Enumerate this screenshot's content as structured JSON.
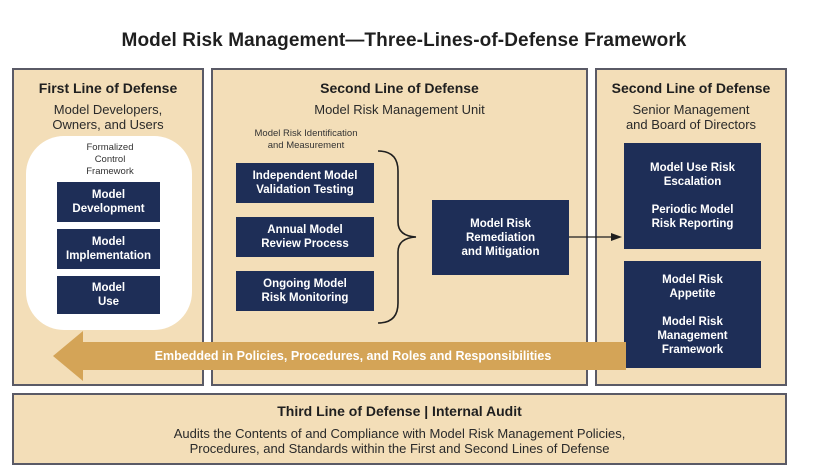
{
  "title": "Model Risk Management—Three-Lines-of-Defense Framework",
  "first_line": {
    "title": "First Line of Defense",
    "subtitle_line1": "Model Developers,",
    "subtitle_line2": "Owners, and Users",
    "framework_line1": "Formalized",
    "framework_line2": "Control",
    "framework_line3": "Framework",
    "boxes": [
      {
        "line1": "Model",
        "line2": "Development"
      },
      {
        "line1": "Model",
        "line2": "Implementation"
      },
      {
        "line1": "Model",
        "line2": "Use"
      }
    ]
  },
  "second_line_unit": {
    "title": "Second Line of Defense",
    "subtitle": "Model Risk Management Unit",
    "group_label_line1": "Model Risk Identification",
    "group_label_line2": "and Measurement",
    "boxes": [
      {
        "line1": "Independent Model",
        "line2": "Validation Testing"
      },
      {
        "line1": "Annual Model",
        "line2": "Review Process"
      },
      {
        "line1": "Ongoing Model",
        "line2": "Risk Monitoring"
      }
    ],
    "remediation": {
      "line1": "Model Risk",
      "line2": "Remediation",
      "line3": "and Mitigation"
    }
  },
  "second_line_senior": {
    "title": "Second Line of Defense",
    "subtitle_line1": "Senior Management",
    "subtitle_line2": "and Board of Directors",
    "box_top": {
      "item1_line1": "Model Use Risk",
      "item1_line2": "Escalation",
      "item2_line1": "Periodic Model",
      "item2_line2": "Risk Reporting"
    },
    "box_bottom": {
      "item1_line1": "Model Risk",
      "item1_line2": "Appetite",
      "item2_line1": "Model Risk",
      "item2_line2": "Management",
      "item2_line3": "Framework"
    }
  },
  "embedded_arrow": "Embedded in Policies, Procedures, and Roles and Responsibilities",
  "third_line": {
    "title": "Third Line of Defense | Internal Audit",
    "body_line1": "Audits the Contents of and Compliance with Model Risk Management Policies,",
    "body_line2": "Procedures, and Standards within the First and Second Lines of Defense"
  },
  "colors": {
    "panel_fill": "#f3deb8",
    "panel_border": "#5a5a66",
    "box_navy": "#1e2e57",
    "arrow_gold": "#d4a457"
  }
}
